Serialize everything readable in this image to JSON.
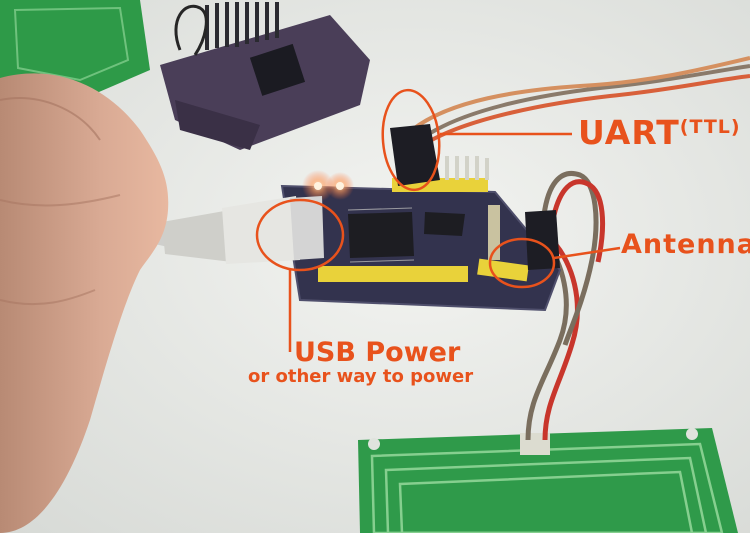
{
  "annotations": {
    "uart": {
      "main": "UART",
      "sup": "(TTL)"
    },
    "antenna": "Antenna",
    "usb_power": "USB Power",
    "usb_power_sub": "or other way to power"
  },
  "colors": {
    "annotation": "#e8521c",
    "pcb_board": "#3a3a5a",
    "antenna_pcb": "#2e9a48",
    "pin_header": "#e9d23a",
    "background": "#e9ebe8"
  }
}
